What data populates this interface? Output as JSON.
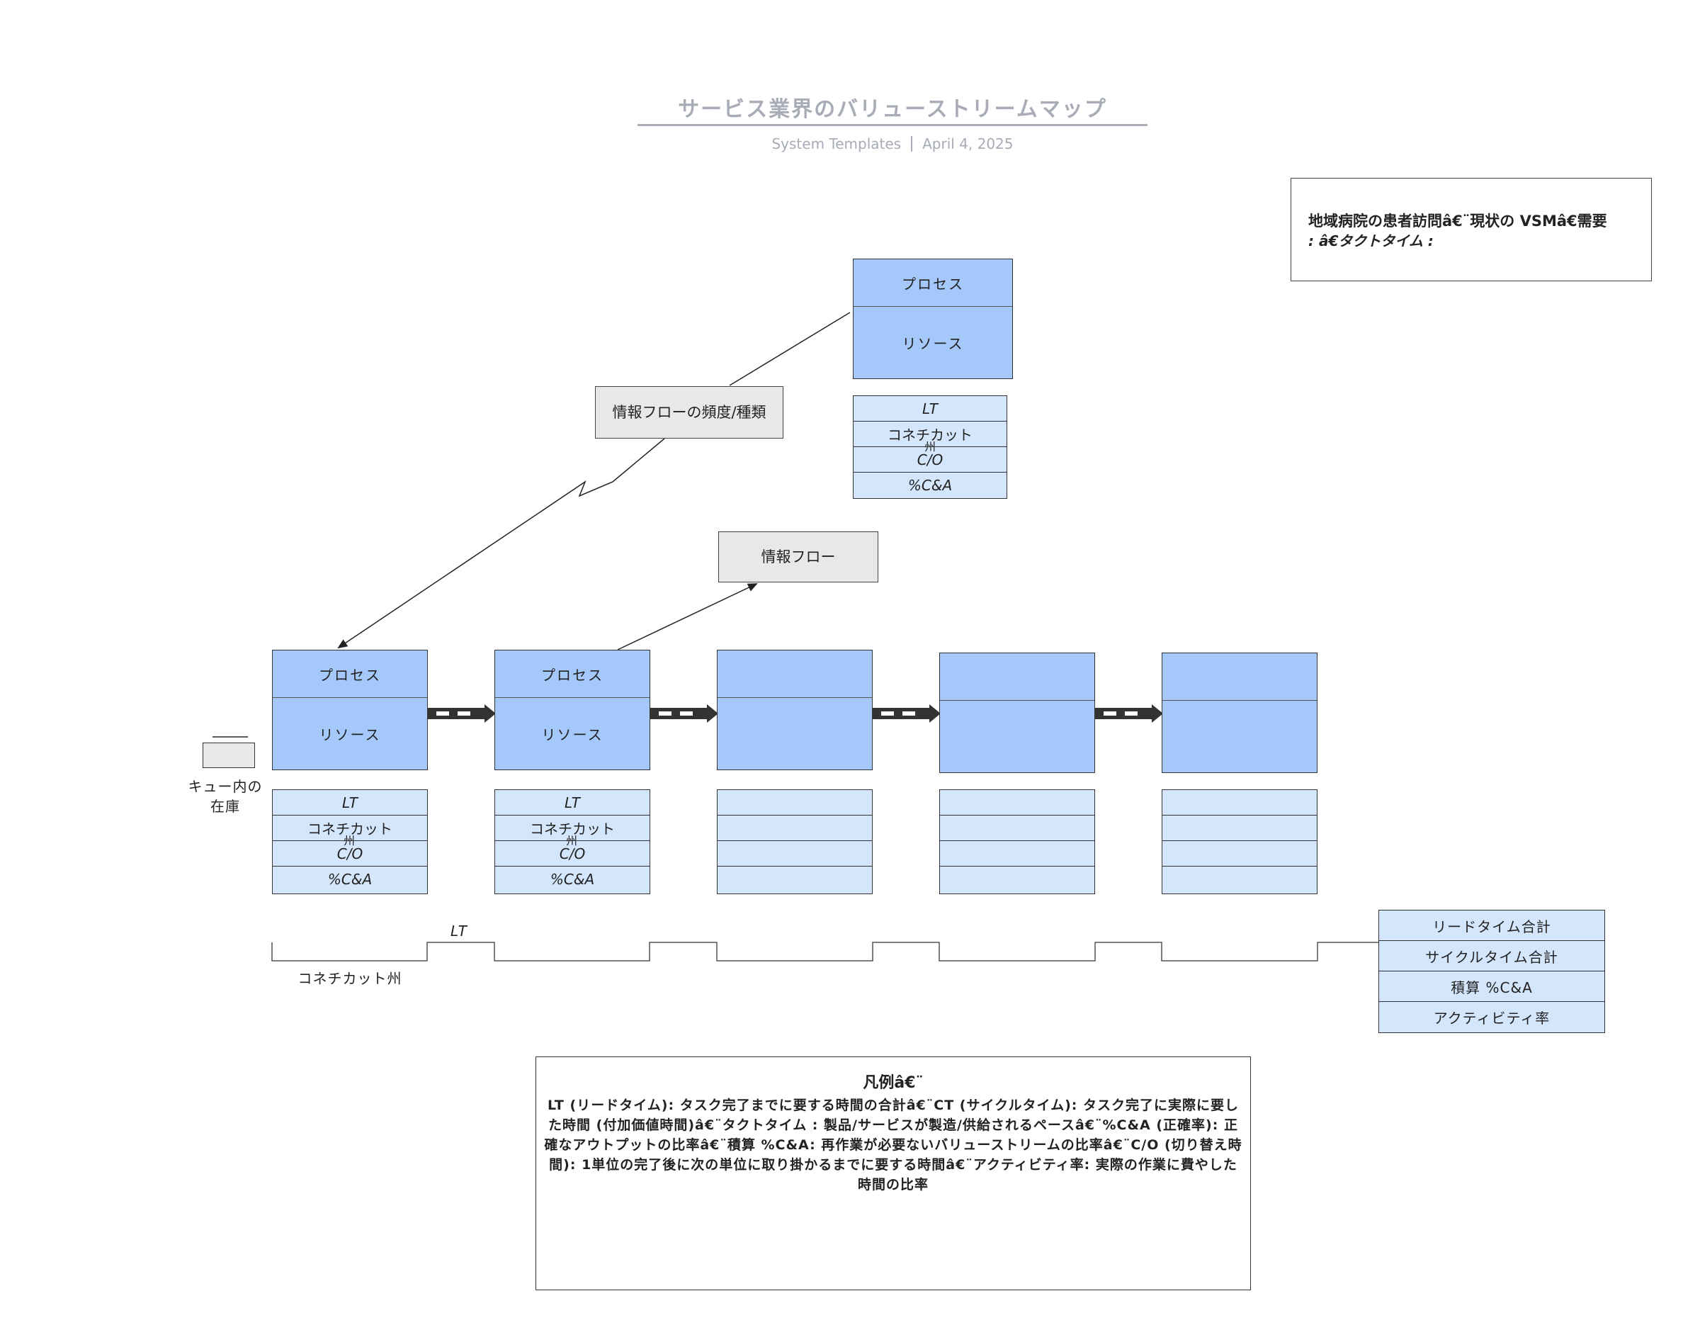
{
  "title": "サービス業界のバリューストリームマップ",
  "subtitle": {
    "source": "System Templates",
    "date": "April 4, 2025"
  },
  "info_box": {
    "line1": "地域病院の患者訪問â€¨現状の VSMâ€需要",
    "line2": ": â€タクトタイム :"
  },
  "top_process": {
    "process": "プロセス",
    "resource": "リソース"
  },
  "top_table": {
    "lt": "LT",
    "state": "コネチカット",
    "state_overflow": "州",
    "co": "C/O",
    "ca": "%C&A"
  },
  "info_flow_freq": "情報フローの頻度/種類",
  "info_flow": "情報フロー",
  "queue": {
    "label": "キュー内の在庫"
  },
  "processes": [
    {
      "process": "プロセス",
      "resource": "リソース"
    },
    {
      "process": "プロセス",
      "resource": "リソース"
    },
    {
      "process": "",
      "resource": ""
    },
    {
      "process": "",
      "resource": ""
    },
    {
      "process": "",
      "resource": ""
    }
  ],
  "tables": [
    {
      "lt": "LT",
      "state": "コネチカット",
      "state_overflow": "州",
      "co": "C/O",
      "ca": "%C&A"
    },
    {
      "lt": "LT",
      "state": "コネチカット",
      "state_overflow": "州",
      "co": "C/O",
      "ca": "%C&A"
    },
    {
      "lt": "",
      "state": "",
      "state_overflow": "",
      "co": "",
      "ca": ""
    },
    {
      "lt": "",
      "state": "",
      "state_overflow": "",
      "co": "",
      "ca": ""
    },
    {
      "lt": "",
      "state": "",
      "state_overflow": "",
      "co": "",
      "ca": ""
    }
  ],
  "timeline": {
    "lt_label": "LT",
    "state_label": "コネチカット州"
  },
  "totals": [
    "リードタイム合計",
    "サイクルタイム合計",
    "積算 %C&A",
    "アクティビティ率"
  ],
  "legend": {
    "title": "凡例â€¨",
    "body": "LT (リードタイム): タスク完了までに要する時間の合計â€¨CT (サイクルタイム): タスク完了に実際に要した時間 (付加価値時間)â€¨タクトタイム : 製品/サービスが製造/供給されるペースâ€¨%C&A (正確率):  正確なアウトプットの比率â€¨積算 %C&A: 再作業が必要ないバリューストリームの比率â€¨C/O (切り替え時間): 1単位の完了後に次の単位に取り掛かるまでに要する時間â€¨アクティビティ率: 実際の作業に費やした時間の比率"
  },
  "colors": {
    "process_fill": "#a3c8f9",
    "table_fill": "#d4e6fc",
    "flow_fill": "#e8e8e8",
    "title_color": "#a7acb6"
  }
}
